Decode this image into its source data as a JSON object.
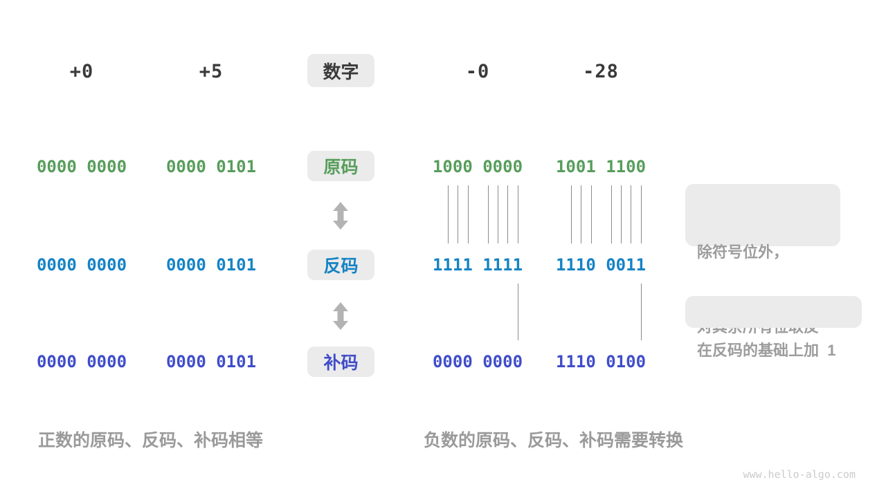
{
  "palette": {
    "sign_magnitude_green": "#579d5b",
    "ones_complement_blue": "#1583c5",
    "twos_complement_indigo": "#3f4dc9",
    "dark_text": "#3a3a3a",
    "gray_annotation_text": "#9c9c9c",
    "pill_background": "#ebebeb",
    "arrow_gray": "#b3b3b3",
    "bit_line_gray": "#8a8a8a",
    "watermark_gray": "#cbcbcb"
  },
  "header": {
    "label": "数字",
    "numbers": [
      "+0",
      "+5",
      "-0",
      "-28"
    ]
  },
  "rows": [
    {
      "label": "原码",
      "values": [
        "0000 0000",
        "0000 0101",
        "1000 0000",
        "1001 1100"
      ]
    },
    {
      "label": "反码",
      "values": [
        "0000 0000",
        "0000 0101",
        "1111 1111",
        "1110 0011"
      ]
    },
    {
      "label": "补码",
      "values": [
        "0000 0000",
        "0000 0101",
        "0000 0000",
        "1110 0100"
      ]
    }
  ],
  "annotations": [
    {
      "lines": [
        "除符号位外，",
        "对其余所有位取反"
      ]
    },
    {
      "lines": [
        "在反码的基础上加  1"
      ]
    }
  ],
  "captions": {
    "positive": "正数的原码、反码、补码相等",
    "negative": "负数的原码、反码、补码需要转换"
  },
  "watermark": "www.hello-algo.com"
}
